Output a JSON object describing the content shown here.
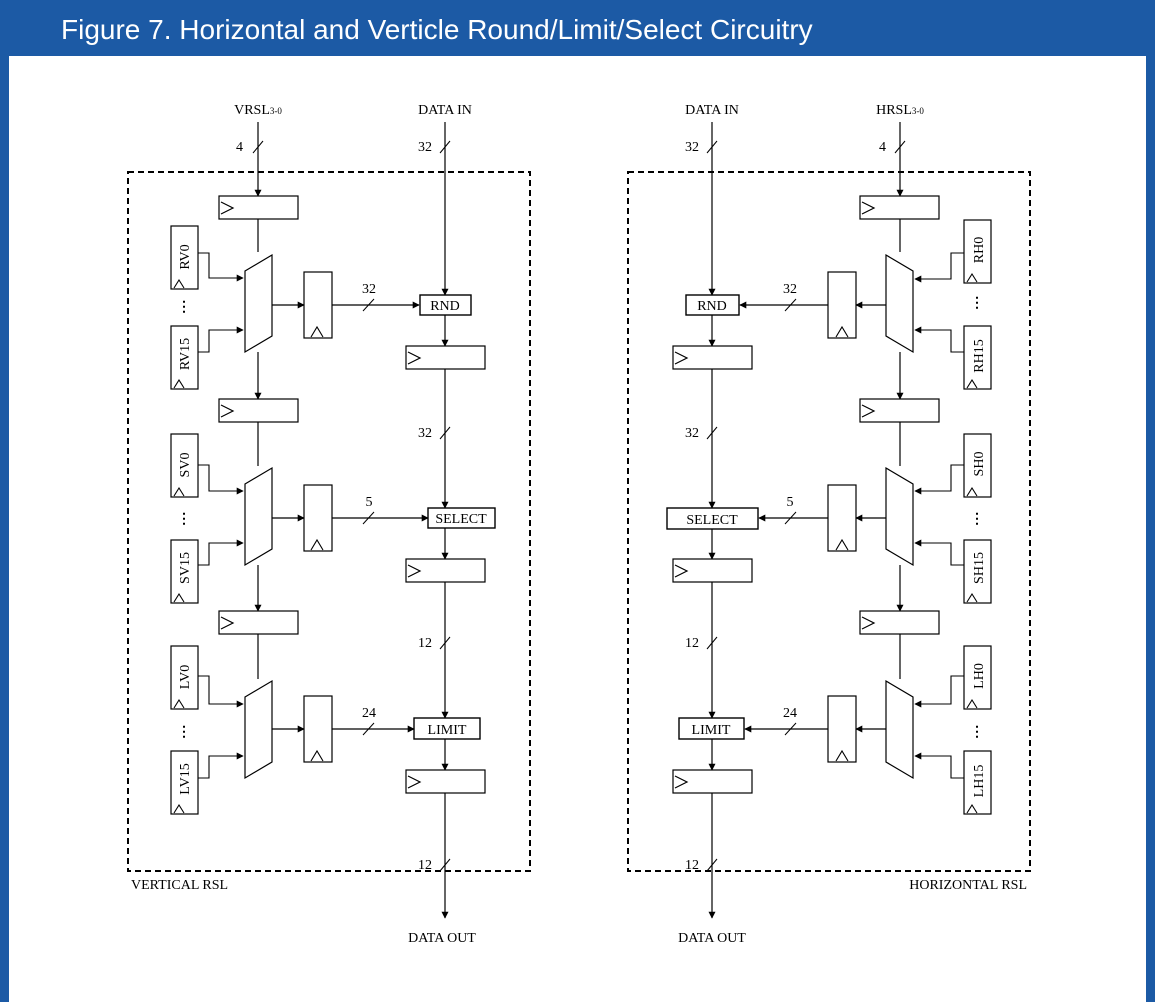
{
  "figure": {
    "title": "Figure 7. Horizontal and Verticle Round/Limit/Select Circuitry",
    "colors": {
      "header": "#1c5aa5",
      "line": "#000000",
      "background": "#ffffff"
    }
  },
  "vertical": {
    "caption": "VERTICAL RSL",
    "control_main": "VRSL",
    "control_sub": "3-0",
    "control_width": "4",
    "data_in": "DATA IN",
    "data_in_width": "32",
    "data_out": "DATA OUT",
    "data_out_width": "12",
    "stages": [
      {
        "block": "RND",
        "bus_width": "32",
        "out_width": "32",
        "reg_first": "RV0",
        "reg_last": "RV15",
        "ellipsis": "⋮"
      },
      {
        "block": "SELECT",
        "bus_width": "5",
        "out_width": "12",
        "reg_first": "SV0",
        "reg_last": "SV15",
        "ellipsis": "⋮"
      },
      {
        "block": "LIMIT",
        "bus_width": "24",
        "reg_first": "LV0",
        "reg_last": "LV15",
        "ellipsis": "⋮"
      }
    ]
  },
  "horizontal": {
    "caption": "HORIZONTAL RSL",
    "control_main": "HRSL",
    "control_sub": "3-0",
    "control_width": "4",
    "data_in": "DATA IN",
    "data_in_width": "32",
    "data_out": "DATA OUT",
    "data_out_width": "12",
    "stages": [
      {
        "block": "RND",
        "bus_width": "32",
        "out_width": "32",
        "reg_first": "RH0",
        "reg_last": "RH15",
        "ellipsis": "⋮"
      },
      {
        "block": "SELECT",
        "bus_width": "5",
        "out_width": "12",
        "reg_first": "SH0",
        "reg_last": "SH15",
        "ellipsis": "⋮"
      },
      {
        "block": "LIMIT",
        "bus_width": "24",
        "reg_first": "LH0",
        "reg_last": "LH15",
        "ellipsis": "⋮"
      }
    ]
  }
}
